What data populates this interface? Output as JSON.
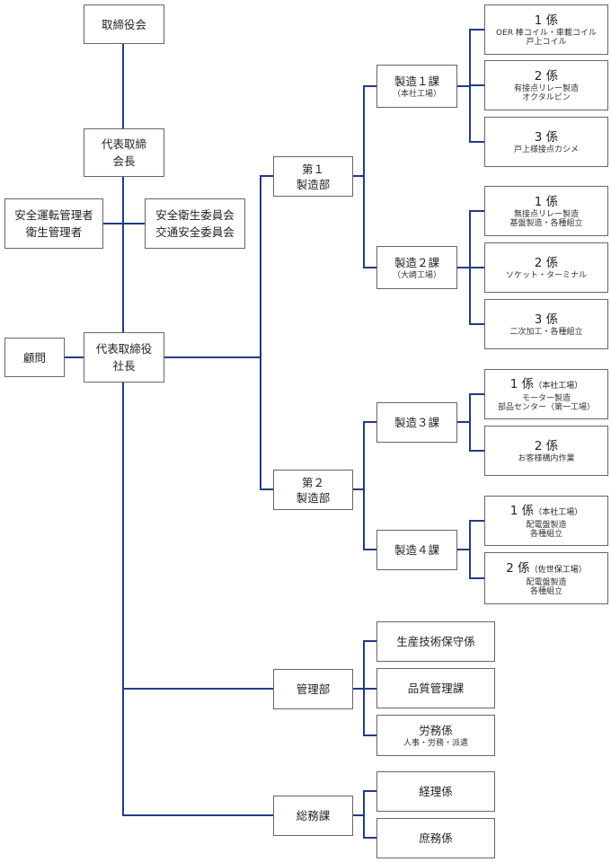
{
  "top": {
    "board": "取締役会",
    "chairman_title": "代表取締",
    "chairman_name": "会長",
    "president_title": "代表取締役",
    "president_name": "社長",
    "advisor": "顧問",
    "safety_manager_1": "安全運転管理者",
    "safety_manager_2": "衛生管理者",
    "committee_1": "安全衛生委員会",
    "committee_2": "交通安全委員会"
  },
  "divisions": {
    "mfg1": "第１\n製造部",
    "mfg2": "第２\n製造部",
    "admin": "管理部",
    "general": "総務課"
  },
  "sections": {
    "s1": {
      "name": "製造１課",
      "sub": "（本社工場）"
    },
    "s2": {
      "name": "製造２課",
      "sub": "（大崎工場）"
    },
    "s3": {
      "name": "製造３課"
    },
    "s4": {
      "name": "製造４課"
    }
  },
  "groups": {
    "g1": {
      "num": "1 係",
      "desc": "OER 棒コイル・車載コイル\n戸上コイル"
    },
    "g2": {
      "num": "2 係",
      "desc": "有接点リレー製造\nオクタルピン"
    },
    "g3": {
      "num": "3 係",
      "desc": "戸上様接点カシメ"
    },
    "g4": {
      "num": "1 係",
      "desc": "無接点リレー製造\n基盤製造・各種組立"
    },
    "g5": {
      "num": "2 係",
      "desc": "ソケット・ターミナル"
    },
    "g6": {
      "num": "3 係",
      "desc": "二次加工・各種組立"
    },
    "g7": {
      "num": "1 係",
      "sub": "（本社工場）",
      "desc": "モーター製造\n部品センター（第一工場）"
    },
    "g8": {
      "num": "2 係",
      "desc": "お客様構内作業"
    },
    "g9": {
      "num": "1 係",
      "sub": "（本社工場）",
      "desc": "配電盤製造\n各種組立"
    },
    "g10": {
      "num": "2 係",
      "sub": "（佐世保工場）",
      "desc": "配電盤製造\n各種組立"
    }
  },
  "admin_units": {
    "production_tech": "生産技術保守係",
    "quality": "品質管理課",
    "labor": "労務係",
    "labor_desc": "人事・労務・派遣",
    "accounting": "経理係",
    "general_affairs": "庶務係"
  },
  "colors": {
    "line": "#1f3c88",
    "border": "#666666"
  }
}
